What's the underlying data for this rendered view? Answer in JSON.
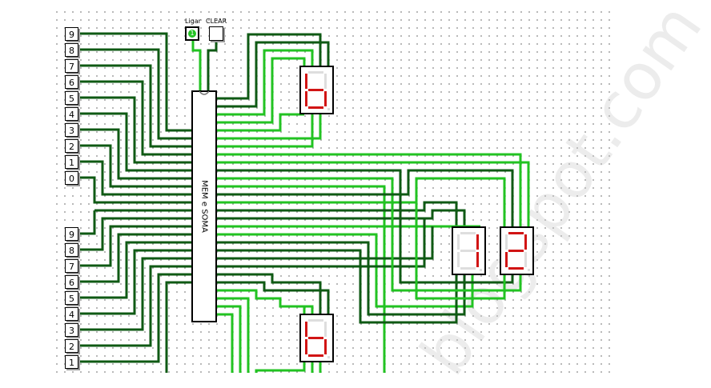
{
  "circuit": {
    "chip_label": "MEM e SOMA",
    "controls": {
      "on_label": "Ligar",
      "on_state": "1",
      "clear_label": "CLEAR"
    },
    "inputs_a": [
      "9",
      "8",
      "7",
      "6",
      "5",
      "4",
      "3",
      "2",
      "1",
      "0"
    ],
    "inputs_b": [
      "9",
      "8",
      "7",
      "6",
      "5",
      "4",
      "3",
      "2",
      "1"
    ],
    "displays": {
      "top": {
        "digit": "6"
      },
      "result_tens": {
        "digit": "1"
      },
      "result_units": {
        "digit": "2"
      },
      "bottom": {
        "digit": "6"
      }
    },
    "colors": {
      "wire_dark": "#0f5a14",
      "wire_light": "#22c322",
      "segment_on": "#d11414",
      "segment_off": "#dedede",
      "grid_dot": "#8a8a8a"
    }
  },
  "watermark": "blogspot.com"
}
